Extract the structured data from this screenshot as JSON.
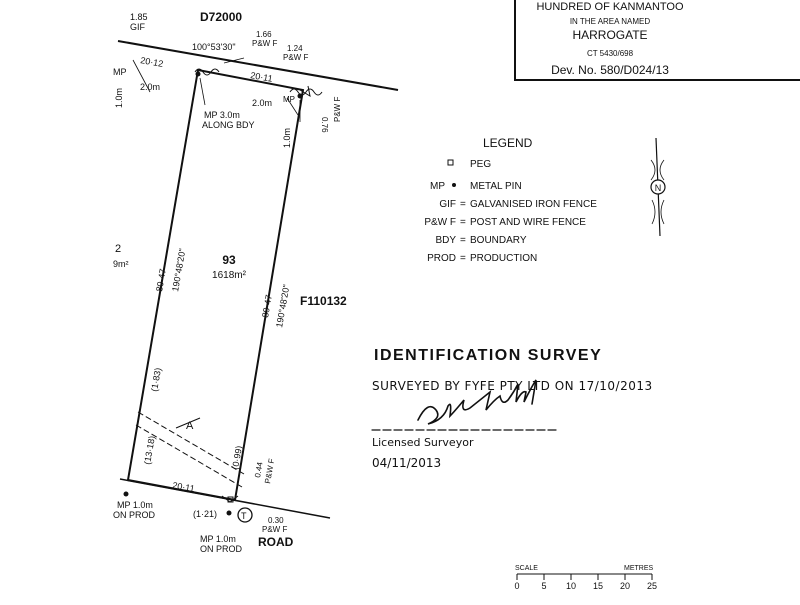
{
  "title_block": {
    "line1": "HUNDRED OF KANMANTOO",
    "line2": "IN THE AREA NAMED",
    "line3": "HARROGATE",
    "ct": "CT 5430/698",
    "dev": "Dev. No. 580/D024/13"
  },
  "parcel": {
    "lot": "93",
    "area": "1618m²",
    "neighbor_north": "D72000",
    "neighbor_east": "F110132",
    "road": "ROAD",
    "left_partial_lot": "2",
    "left_partial_area": "9m²",
    "easement_label": "A"
  },
  "dimensions": {
    "north_bearing": "100°53'30\"",
    "north_left": "20·12",
    "north_right": "20·11",
    "west_len": "80·47",
    "west_bearing": "190°48'20\"",
    "east_len": "80·47",
    "east_bearing": "190°48'20\"",
    "south_len": "20·11",
    "dim_183": "(1·83)",
    "dim_1318": "(13·18)",
    "dim_099": "(0·99)",
    "dim_121": "(1·21)",
    "dim_20m_a": "2.0m",
    "dim_20m_b": "2.0m",
    "dim_10m_a": "1.0m",
    "dim_10m_b": "1.0m"
  },
  "fences": {
    "gif_val": "1.85",
    "gif": "GIF",
    "pwf_166_val": "1.66",
    "pwf_166": "P&W F",
    "pwf_124_val": "1.24",
    "pwf_124": "P&W F",
    "pwf_076_val": "0.76",
    "pwf_076": "P&W F",
    "pwf_044_val": "0.44",
    "pwf_044": "P&W F",
    "pwf_030_val": "0.30",
    "pwf_030": "P&W F"
  },
  "marks": {
    "mp_along_1": "MP 3.0m",
    "mp_along_2": "ALONG BDY",
    "mp_tr": "MP",
    "mp_left_1": "MP",
    "mp_left_2": "ON PROD",
    "mp_bottom_1": "MP 1.0m",
    "mp_bottom_2": "ON PROD",
    "mp_left_dist": "1.0m",
    "mp_left_prefix": "MP 1.0m",
    "t_mark": "T",
    "partial_mp": "MP"
  },
  "legend": {
    "title": "LEGEND",
    "items": [
      {
        "key": "",
        "text": "PEG"
      },
      {
        "key": "MP",
        "text": "METAL PIN"
      },
      {
        "key": "GIF",
        "text": "GALVANISED IRON FENCE"
      },
      {
        "key": "P&W F",
        "text": "POST AND WIRE FENCE"
      },
      {
        "key": "BDY",
        "text": "BOUNDARY"
      },
      {
        "key": "PROD",
        "text": "PRODUCTION"
      }
    ]
  },
  "north_arrow": {
    "label": "N"
  },
  "survey": {
    "heading": "IDENTIFICATION SURVEY",
    "surveyed_by": "SURVEYED BY FYFE PTY LTD ON 17/10/2013",
    "signature_role": "Licensed Surveyor",
    "date": "04/11/2013"
  },
  "scale_bar": {
    "scale_label": "SCALE",
    "unit_label": "METRES",
    "ticks": [
      "0",
      "5",
      "10",
      "15",
      "20",
      "25"
    ]
  }
}
